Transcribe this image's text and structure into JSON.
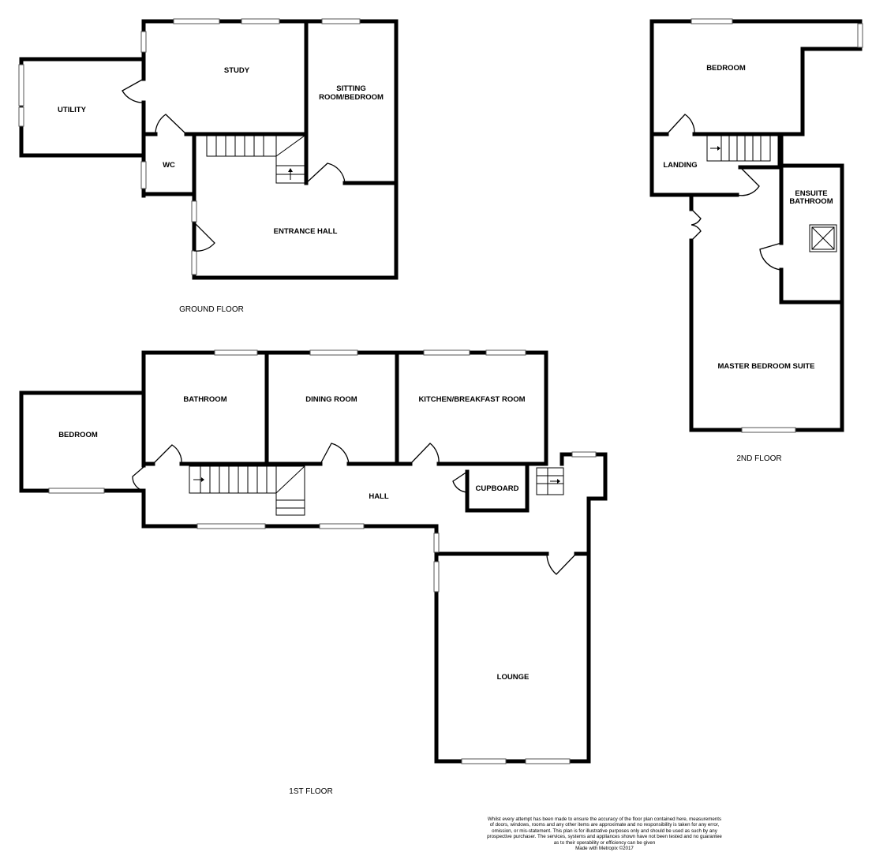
{
  "floors": {
    "ground": {
      "label": "GROUND FLOOR",
      "rooms": {
        "study": "STUDY",
        "sitting_line1": "SITTING",
        "sitting_line2": "ROOM/BEDROOM",
        "utility": "UTILITY",
        "wc": "WC",
        "entrance_hall": "ENTRANCE HALL"
      }
    },
    "first": {
      "label": "1ST FLOOR",
      "rooms": {
        "bedroom": "BEDROOM",
        "bathroom": "BATHROOM",
        "dining_room": "DINING ROOM",
        "kitchen": "KITCHEN/BREAKFAST ROOM",
        "hall": "HALL",
        "cupboard": "CUPBOARD",
        "lounge": "LOUNGE"
      }
    },
    "second": {
      "label": "2ND FLOOR",
      "rooms": {
        "bedroom": "BEDROOM",
        "landing": "LANDING",
        "ensuite_line1": "ENSUITE",
        "ensuite_line2": "BATHROOM",
        "master": "MASTER BEDROOM SUITE"
      }
    }
  },
  "disclaimer": {
    "lines": [
      "Whilst every attempt has been made to ensure the accuracy of the floor plan contained here, measurements",
      "of doors, windows, rooms and any other items are approximate and no responsibility is taken for any error,",
      "omission, or mis-statement. This plan is for illustrative purposes only and should be used as such by any",
      "prospective purchaser. The services, systems and appliances shown have not been tested and no guarantee",
      "as to their operability or efficiency can be given",
      "Made with Metropix ©2017"
    ]
  }
}
